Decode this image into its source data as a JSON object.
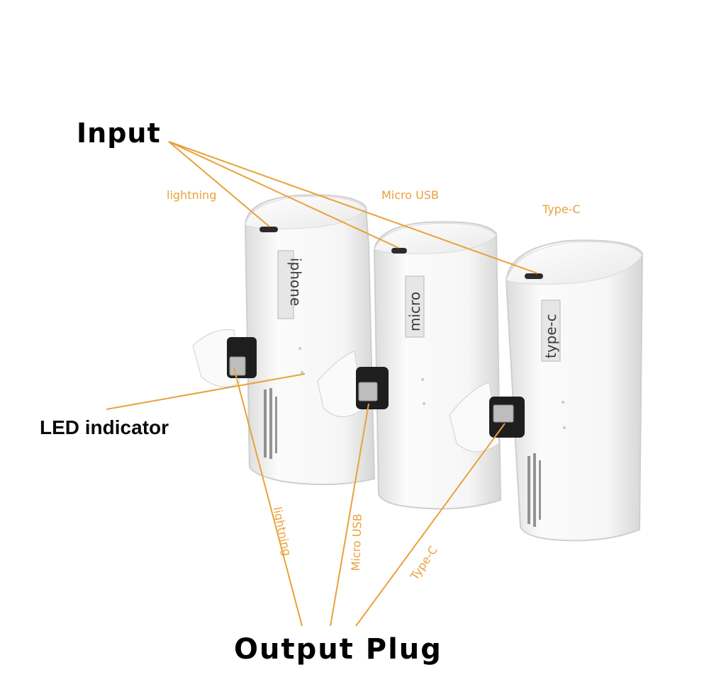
{
  "colors": {
    "accent": "#e8a23a",
    "device_body": "#f4f4f4",
    "title_text": "#000000"
  },
  "input": {
    "title": "Input",
    "labels": {
      "lightning": "lightning",
      "micro_usb": "Micro USB",
      "type_c": "Type-C"
    }
  },
  "led": {
    "label": "LED indicator"
  },
  "output": {
    "title": "Output Plug",
    "labels": {
      "lightning": "lightning",
      "micro_usb": "Micro USB",
      "type_c": "Type-C"
    }
  },
  "devices": {
    "iphone": {
      "label": "iphone"
    },
    "micro": {
      "label": "micro"
    },
    "typec": {
      "label": "type-c"
    }
  }
}
